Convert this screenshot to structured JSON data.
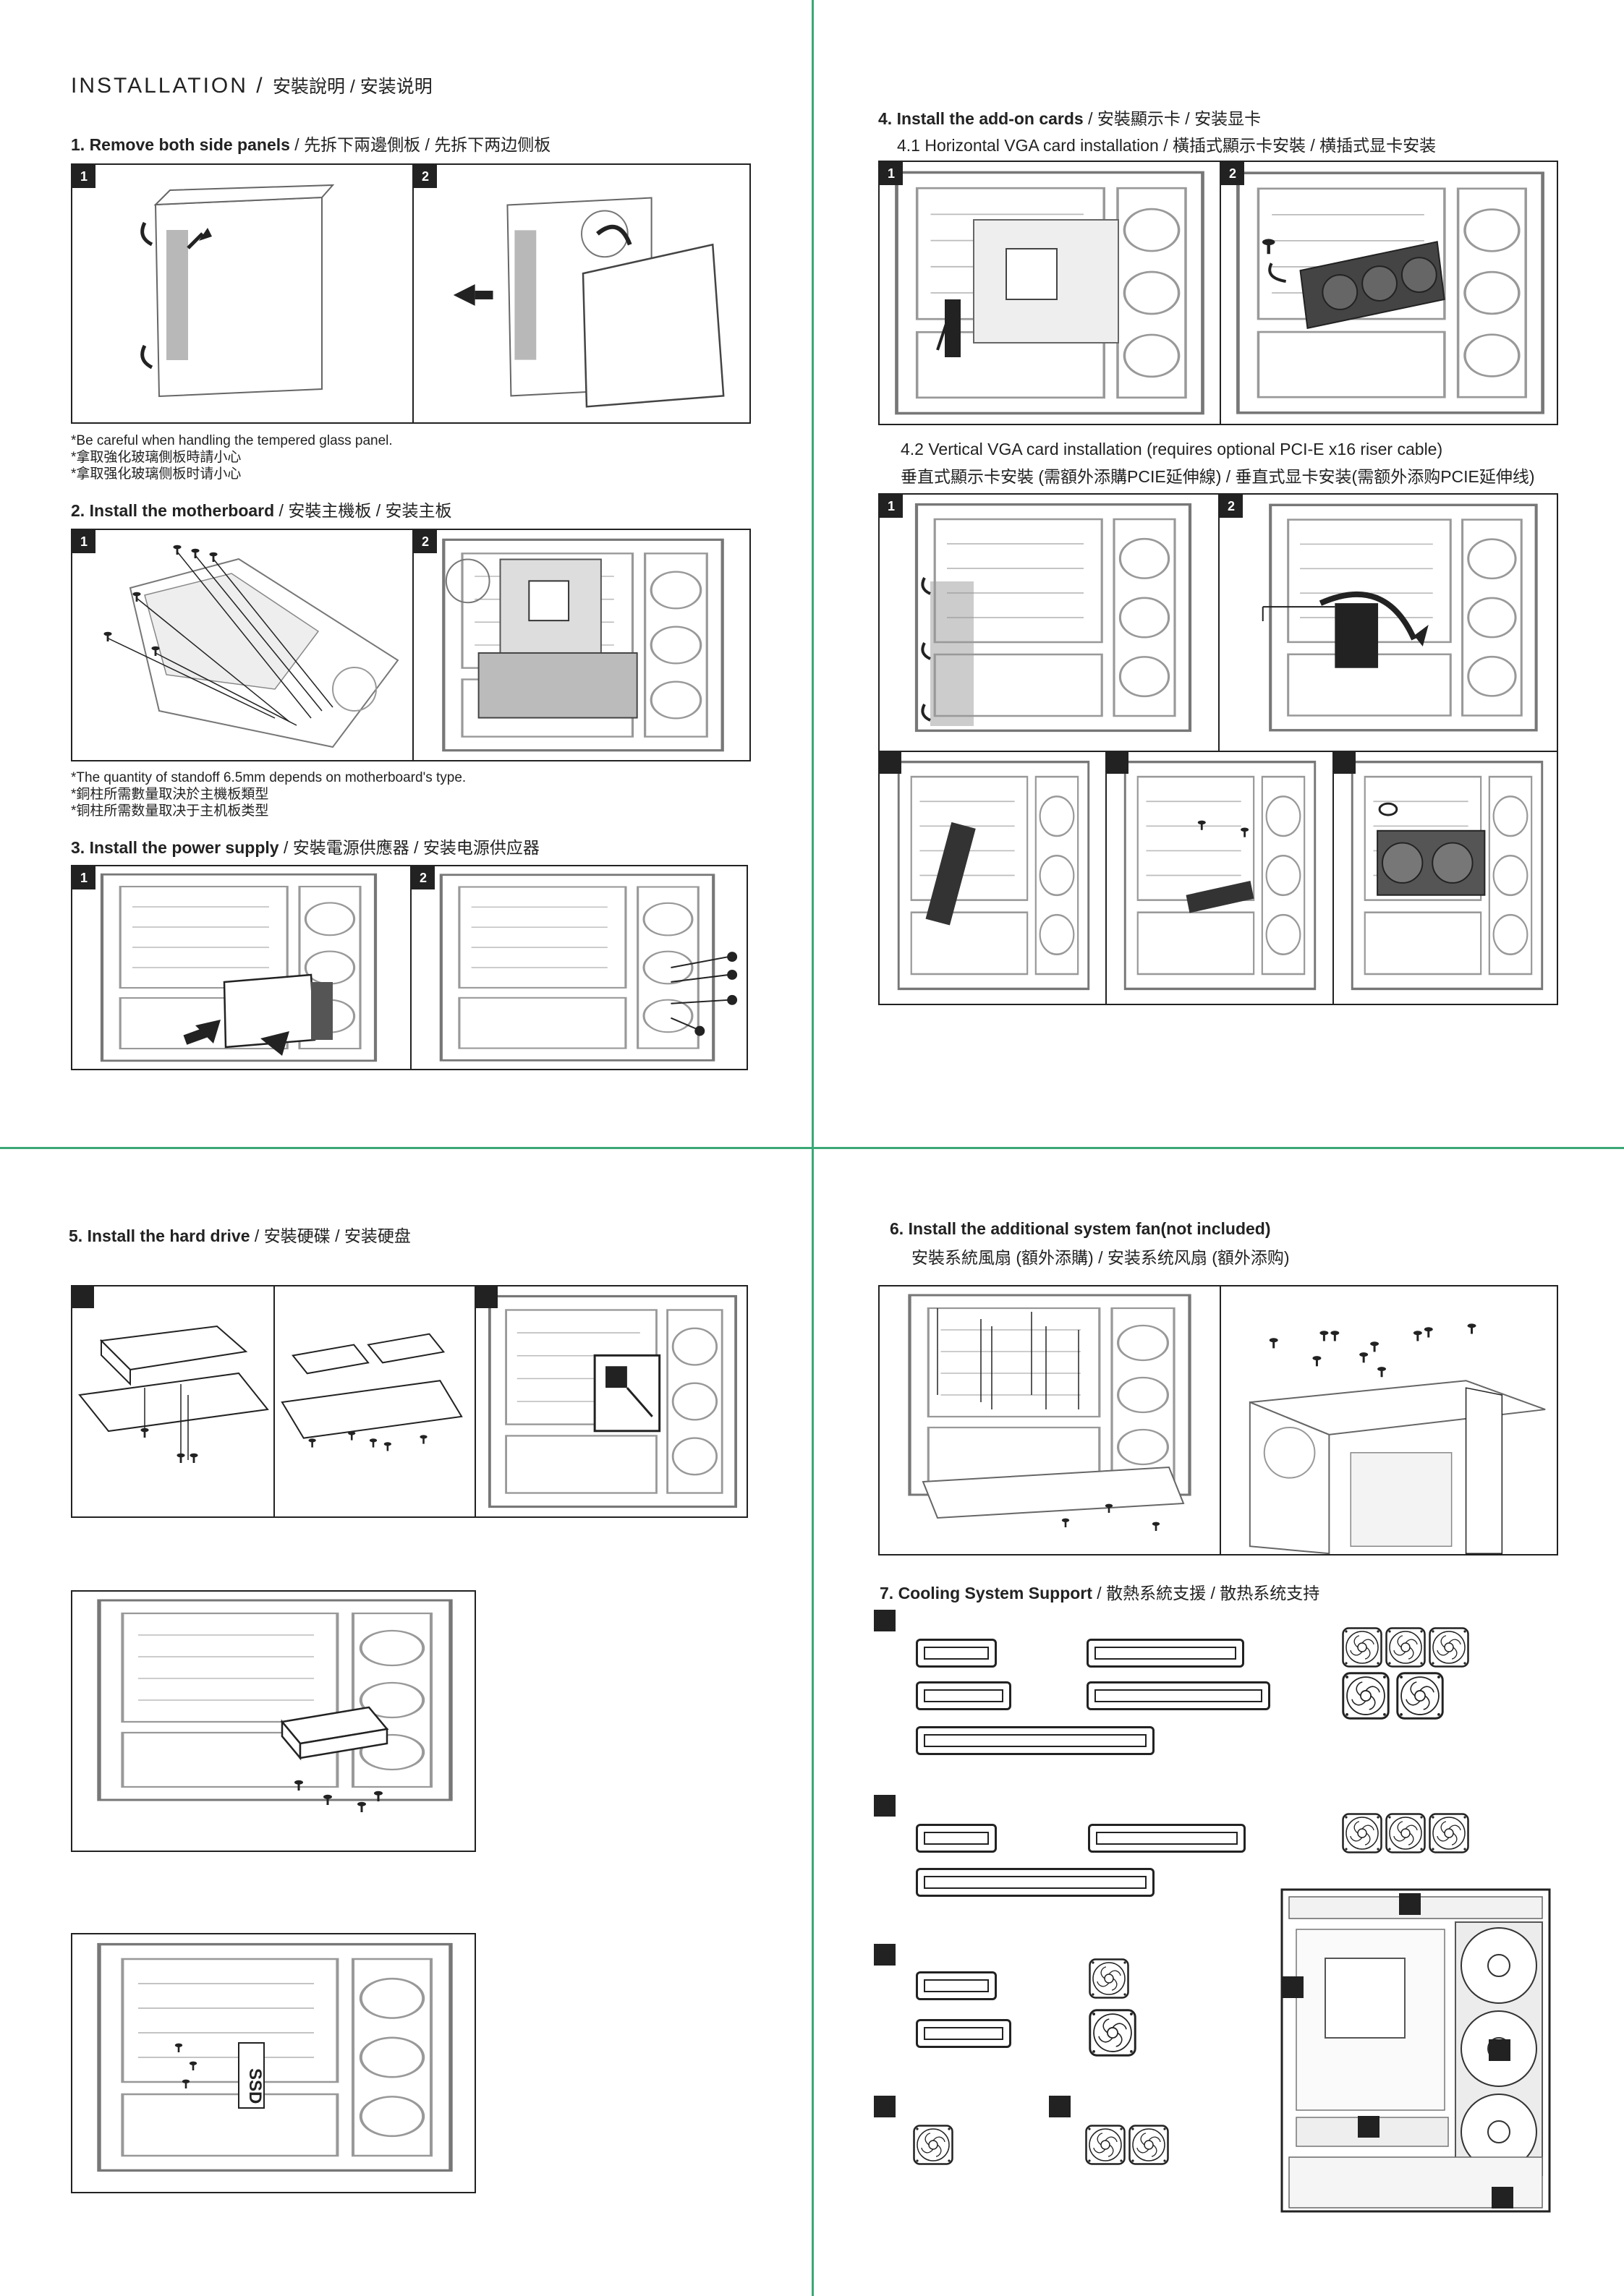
{
  "page": {
    "title": "INSTALLATION",
    "title_sep": " / ",
    "title_cn": "安裝說明 / 安装说明"
  },
  "sections": {
    "s1": {
      "label": "1. Remove both side panels",
      "cn": " / 先拆下兩邊側板 / 先拆下两边侧板"
    },
    "s1_notes": [
      "*Be careful when handling the tempered glass panel.",
      "*拿取強化玻璃側板時請小心",
      "*拿取强化玻璃侧板时请小心"
    ],
    "s2": {
      "label": "2. Install the motherboard",
      "cn": " / 安裝主機板 / 安装主板"
    },
    "s2_notes": [
      "*The quantity of standoff 6.5mm depends on motherboard's type.",
      "*銅柱所需數量取決於主機板類型",
      "*铜柱所需数量取决于主机板类型"
    ],
    "s3": {
      "label": "3. Install the power supply",
      "cn": " / 安裝電源供應器 / 安装电源供应器"
    },
    "s4": {
      "label": "4. Install the add-on cards",
      "cn": " / 安裝顯示卡 / 安装显卡"
    },
    "s4_1": "4.1 Horizontal VGA card installation / 橫插式顯示卡安裝 / 横插式显卡安装",
    "s4_2": "4.2 Vertical VGA card installation (requires optional PCI-E x16 riser cable)",
    "s4_2_cn": "垂直式顯示卡安裝 (需額外添購PCIE延伸線) / 垂直式显卡安装(需额外添购PCIE延伸线)",
    "s5": {
      "label": "5. Install the hard drive",
      "cn": " / 安裝硬碟 / 安装硬盘"
    },
    "s6": {
      "label": "6.  Install the additional system fan(not included)",
      "cn": "安裝系統風扇 (額外添購)  / 安装系统风扇 (額外添购)"
    },
    "s7": {
      "label": "7.  Cooling System Support",
      "cn": " / 散熱系統支援 / 散热系统支持"
    }
  },
  "steps": {
    "one": "1",
    "two": "2",
    "ssd": "SSD"
  },
  "icons": [
    "screw-icon",
    "arrow-icon",
    "fan-icon",
    "radiator-icon"
  ]
}
